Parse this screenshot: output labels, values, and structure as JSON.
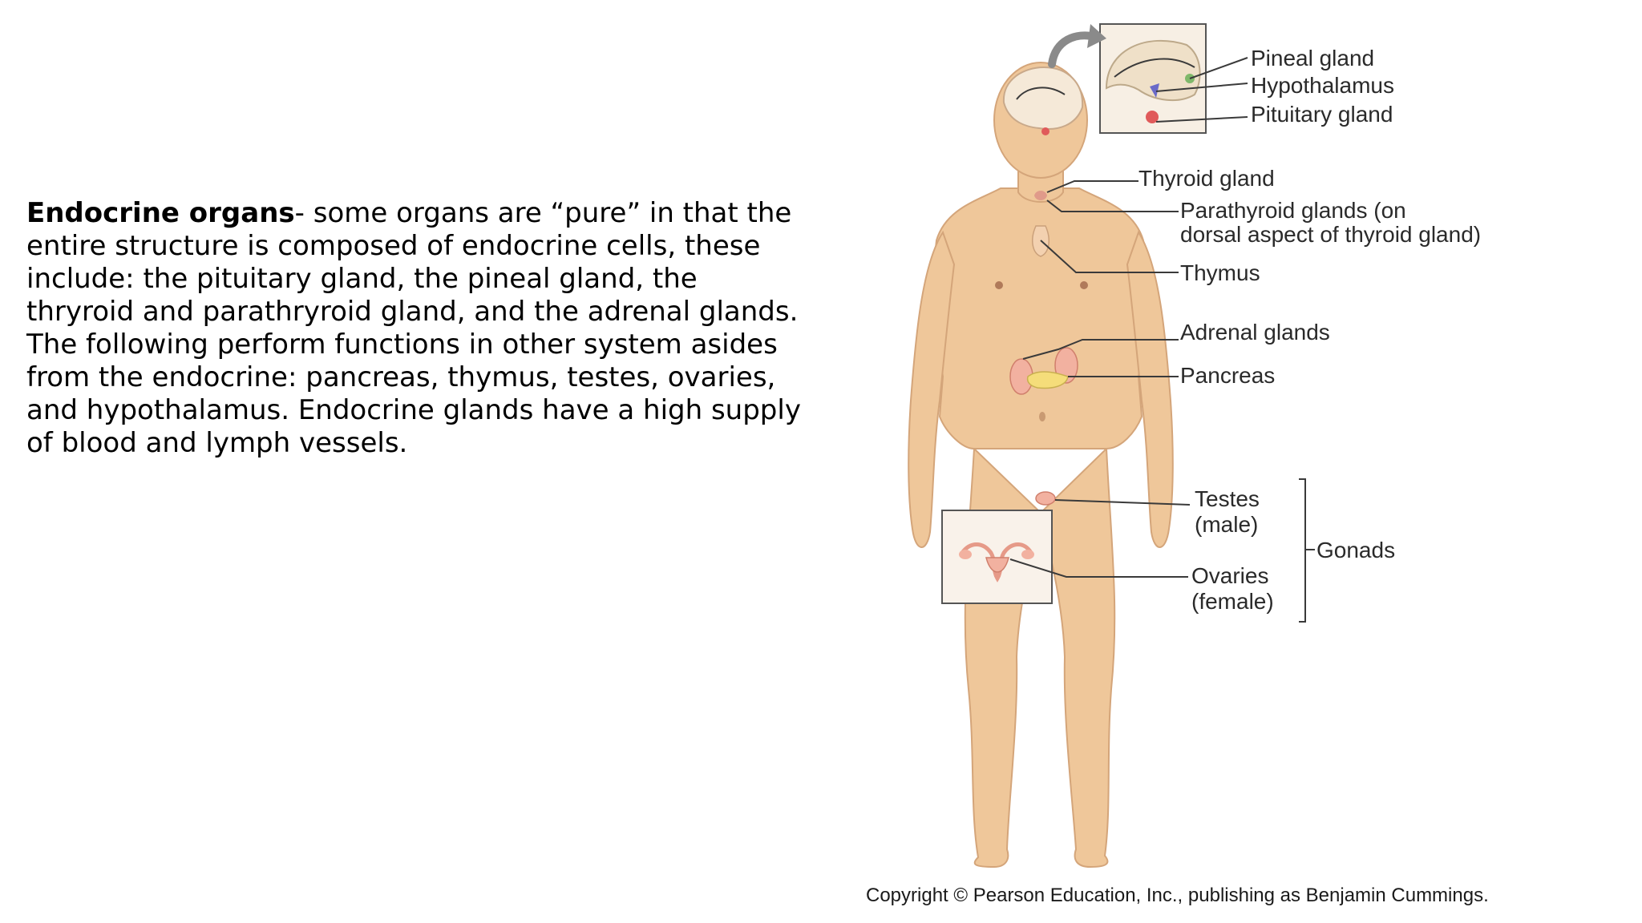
{
  "text": {
    "term": "Endocrine organs",
    "body": "- some organs are “pure” in that the entire structure is composed of endocrine cells, these include: the pituitary gland, the pineal gland, the thryroid and parathryroid gland, and the adrenal glands. The following perform functions in other system asides from the endocrine: pancreas, thymus, testes, ovaries, and hypothalamus. Endocrine glands have a high supply of blood and lymph vessels."
  },
  "labels": {
    "pineal": "Pineal gland",
    "hypothalamus": "Hypothalamus",
    "pituitary": "Pituitary gland",
    "thyroid": "Thyroid gland",
    "parathyroid_line1": "Parathyroid glands (on",
    "parathyroid_line2": "dorsal aspect of thyroid gland)",
    "thymus": "Thymus",
    "adrenal": "Adrenal glands",
    "pancreas": "Pancreas",
    "testes_line1": "Testes",
    "testes_line2": "(male)",
    "ovaries_line1": "Ovaries",
    "ovaries_line2": "(female)",
    "gonads": "Gonads"
  },
  "copyright": "Copyright © Pearson Education, Inc., publishing as Benjamin Cummings.",
  "colors": {
    "skin": "#efc79a",
    "skin_shadow": "#deb082",
    "pineal": "#7fb86a",
    "hypothalamus": "#6a6ac8",
    "pituitary": "#e05a5a",
    "organ_pink": "#f2b1a0",
    "pancreas": "#f5dd7a"
  }
}
